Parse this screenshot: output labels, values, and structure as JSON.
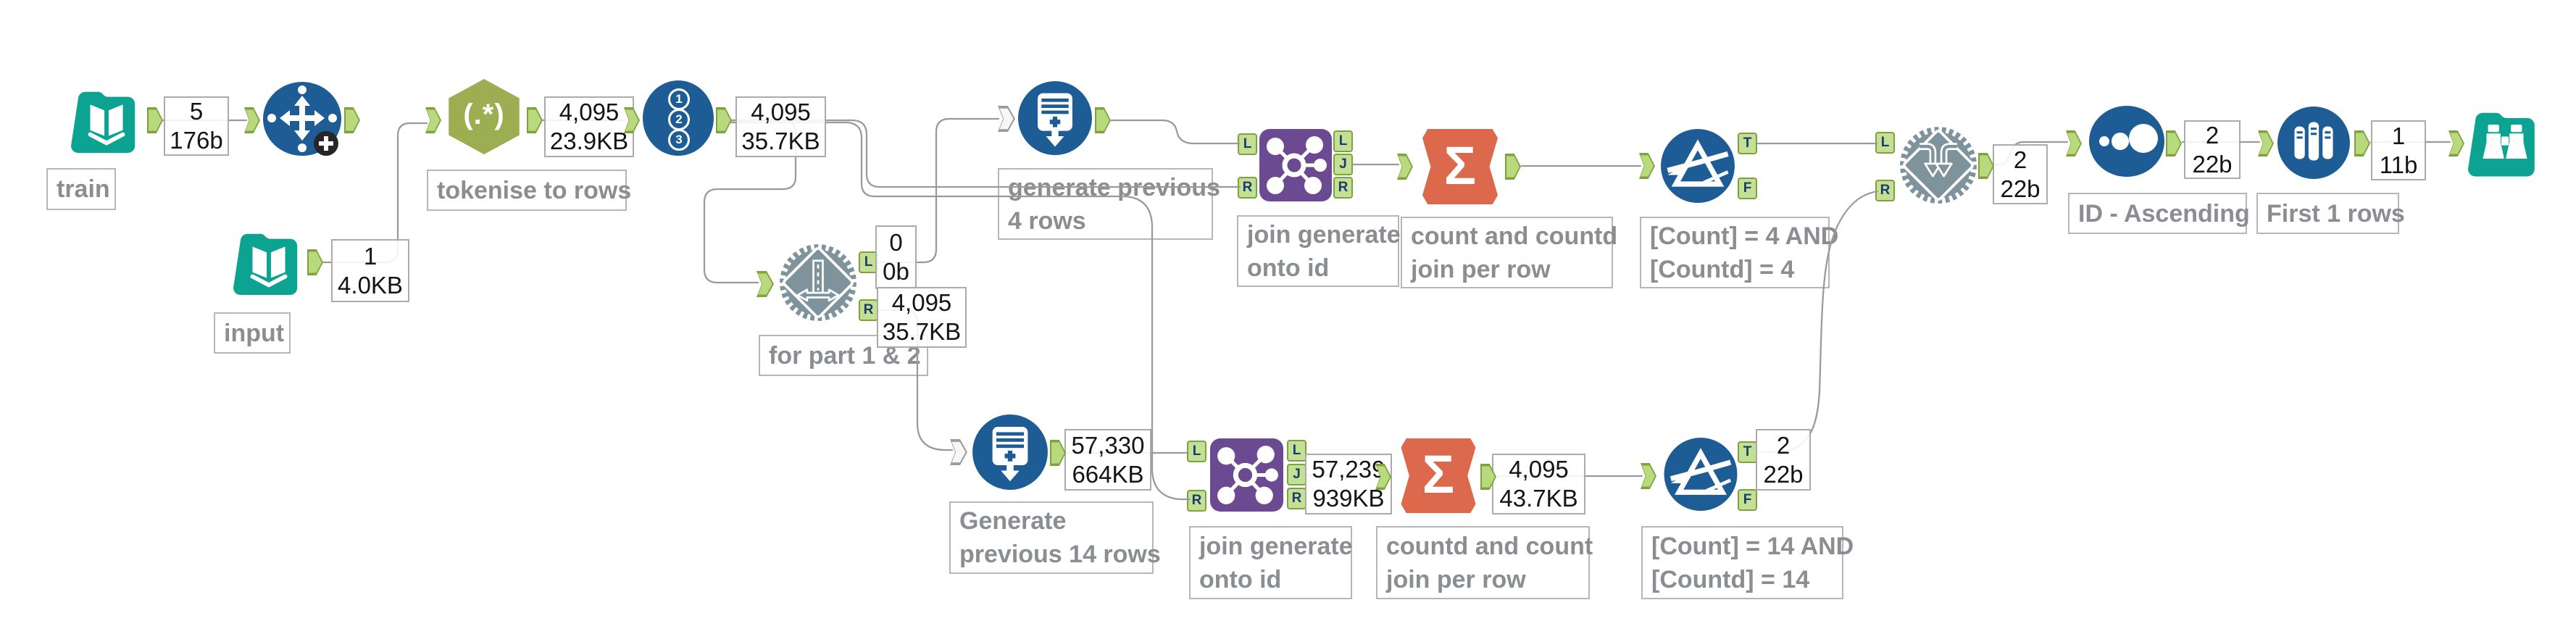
{
  "app": "Alteryx workflow canvas",
  "colors": {
    "teal": "#0ca392",
    "blue": "#1e5c95",
    "olive": "#9cad52",
    "purple": "#6b4a91",
    "orange": "#dc694b",
    "macro_gray": "#7e939b",
    "anchor_green": "#b9da7c",
    "wire": "#9a9a9a",
    "label_text": "#8a8d91",
    "annotation_text": "#141414"
  },
  "anchor_letters": {
    "L": "L",
    "R": "R",
    "J": "J",
    "T": "T",
    "F": "F"
  },
  "tools": {
    "train": {
      "name": "Input Data",
      "label": "train",
      "annotation": {
        "rows": "5",
        "size": "176b"
      }
    },
    "arrange": {
      "name": "Four-way arrows tool"
    },
    "input": {
      "name": "Input Data",
      "label": "input",
      "annotation": {
        "rows": "1",
        "size": "4.0KB"
      }
    },
    "tokenise": {
      "name": "RegEx",
      "glyph": "(.*)",
      "label": "tokenise to rows",
      "annotation": {
        "rows": "4,095",
        "size": "23.9KB"
      }
    },
    "record_id": {
      "name": "Record ID",
      "digits": {
        "d1": "1",
        "d2": "2",
        "d3": "3"
      },
      "annotation": {
        "rows": "4,095",
        "size": "35.7KB"
      }
    },
    "for_part_macro": {
      "name": "Macro",
      "label": "for part 1 & 2",
      "annotation_left": {
        "rows": "0",
        "size": "0b"
      },
      "annotation_right": {
        "rows": "4,095",
        "size": "35.7KB"
      }
    },
    "generate_4": {
      "name": "Generate Rows",
      "label_line1": "generate previous",
      "label_line2": "4 rows"
    },
    "join_4": {
      "name": "Join",
      "label_line1": "join generate",
      "label_line2": "onto id"
    },
    "summarize_4": {
      "name": "Summarize",
      "glyph": "Σ",
      "label_line1": "count and countd",
      "label_line2": "join per row"
    },
    "filter_4": {
      "name": "Filter",
      "label_line1": "[Count] = 4 AND",
      "label_line2": "[Countd] = 4"
    },
    "union_macro": {
      "name": "Union Macro",
      "annotation": {
        "rows": "2",
        "size": "22b"
      }
    },
    "sort": {
      "name": "Sort",
      "label": "ID - Ascending",
      "annotation": {
        "rows": "2",
        "size": "22b"
      }
    },
    "sample": {
      "name": "Sample",
      "label": "First 1 rows",
      "annotation": {
        "rows": "1",
        "size": "11b"
      }
    },
    "browse": {
      "name": "Browse"
    },
    "generate_14": {
      "name": "Generate Rows",
      "label_line1": "Generate",
      "label_line2": "previous 14 rows",
      "annotation": {
        "rows": "57,330",
        "size": "664KB"
      }
    },
    "join_14": {
      "name": "Join",
      "label_line1": "join generate",
      "label_line2": "onto id",
      "annotation": {
        "rows": "57,239",
        "size": "939KB"
      }
    },
    "summarize_14": {
      "name": "Summarize",
      "glyph": "Σ",
      "label_line1": "countd and count",
      "label_line2": "join per row",
      "annotation": {
        "rows": "4,095",
        "size": "43.7KB"
      }
    },
    "filter_14": {
      "name": "Filter",
      "label_line1": "[Count] = 14 AND",
      "label_line2": "[Countd] = 14",
      "annotation": {
        "rows": "2",
        "size": "22b"
      }
    }
  }
}
